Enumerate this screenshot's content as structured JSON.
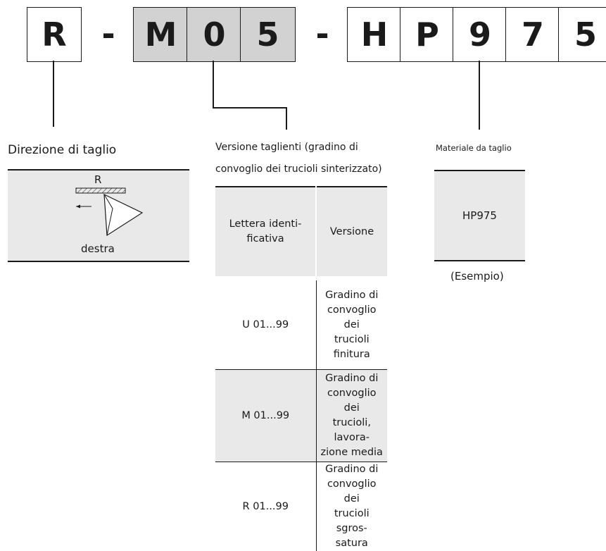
{
  "code": {
    "chars": [
      "R",
      "M",
      "0",
      "5",
      "H",
      "P",
      "9",
      "7",
      "5"
    ],
    "dash": "-"
  },
  "direction": {
    "title": "Direzione di taglio",
    "letter": "R",
    "label": "destra"
  },
  "version": {
    "title_line1": "Versione taglienti (gradino di",
    "title_line2": "convoglio dei trucioli sinterizzato)",
    "header_col1": "Lettera identi-\nficativa",
    "header_col2": "Versione",
    "rows": [
      {
        "code": "U  01...99",
        "desc": "Gradino di\nconvoglio dei\ntrucioli finitura"
      },
      {
        "code": "M  01...99",
        "desc": "Gradino di\nconvoglio dei\ntrucioli, lavora-\nzione media"
      },
      {
        "code": "R  01...99",
        "desc": "Gradino di\nconvoglio dei\ntrucioli sgros-\nsatura"
      }
    ]
  },
  "material": {
    "title": "Materiale da taglio",
    "value": "HP975",
    "note": "(Esempio)"
  }
}
